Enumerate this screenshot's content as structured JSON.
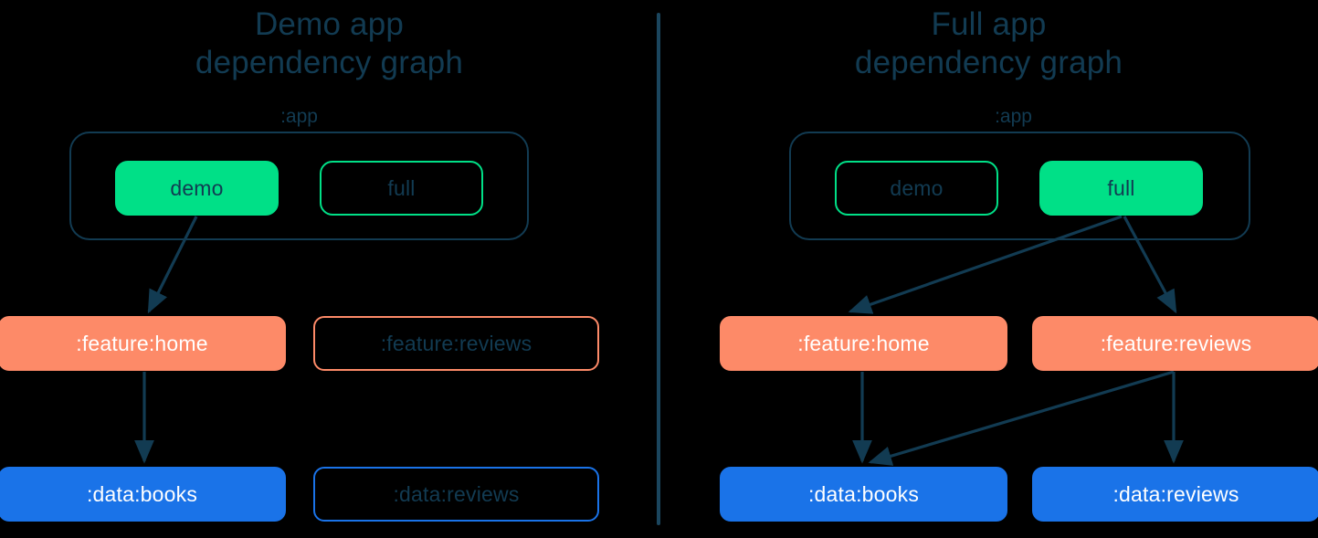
{
  "palette": {
    "background": "#000000",
    "text_navy": "#123b52",
    "green": "#00e087",
    "salmon": "#fd8a68",
    "blue": "#1a73e8",
    "edge": "#123b52",
    "divider": "#1b465e"
  },
  "panels": [
    {
      "id": "demo",
      "title": "Demo app\ndependency graph",
      "group_label": ":app",
      "nodes": [
        {
          "id": "demo",
          "label": "demo",
          "style": "fill-green"
        },
        {
          "id": "full",
          "label": "full",
          "style": "out-green"
        },
        {
          "id": "feature-home",
          "label": ":feature:home",
          "style": "fill-salmon"
        },
        {
          "id": "feature-reviews",
          "label": ":feature:reviews",
          "style": "out-salmon"
        },
        {
          "id": "data-books",
          "label": ":data:books",
          "style": "fill-blue"
        },
        {
          "id": "data-reviews",
          "label": ":data:reviews",
          "style": "out-blue"
        }
      ],
      "edges": [
        {
          "from": "demo",
          "to": "feature-home"
        },
        {
          "from": "feature-home",
          "to": "data-books"
        }
      ]
    },
    {
      "id": "full",
      "title": "Full app\ndependency graph",
      "group_label": ":app",
      "nodes": [
        {
          "id": "demo",
          "label": "demo",
          "style": "out-green"
        },
        {
          "id": "full",
          "label": "full",
          "style": "fill-green"
        },
        {
          "id": "feature-home",
          "label": ":feature:home",
          "style": "fill-salmon"
        },
        {
          "id": "feature-reviews",
          "label": ":feature:reviews",
          "style": "fill-salmon"
        },
        {
          "id": "data-books",
          "label": ":data:books",
          "style": "fill-blue"
        },
        {
          "id": "data-reviews",
          "label": ":data:reviews",
          "style": "fill-blue"
        }
      ],
      "edges": [
        {
          "from": "full",
          "to": "feature-home"
        },
        {
          "from": "full",
          "to": "feature-reviews"
        },
        {
          "from": "feature-home",
          "to": "data-books"
        },
        {
          "from": "feature-reviews",
          "to": "data-books"
        },
        {
          "from": "feature-reviews",
          "to": "data-reviews"
        }
      ]
    }
  ]
}
